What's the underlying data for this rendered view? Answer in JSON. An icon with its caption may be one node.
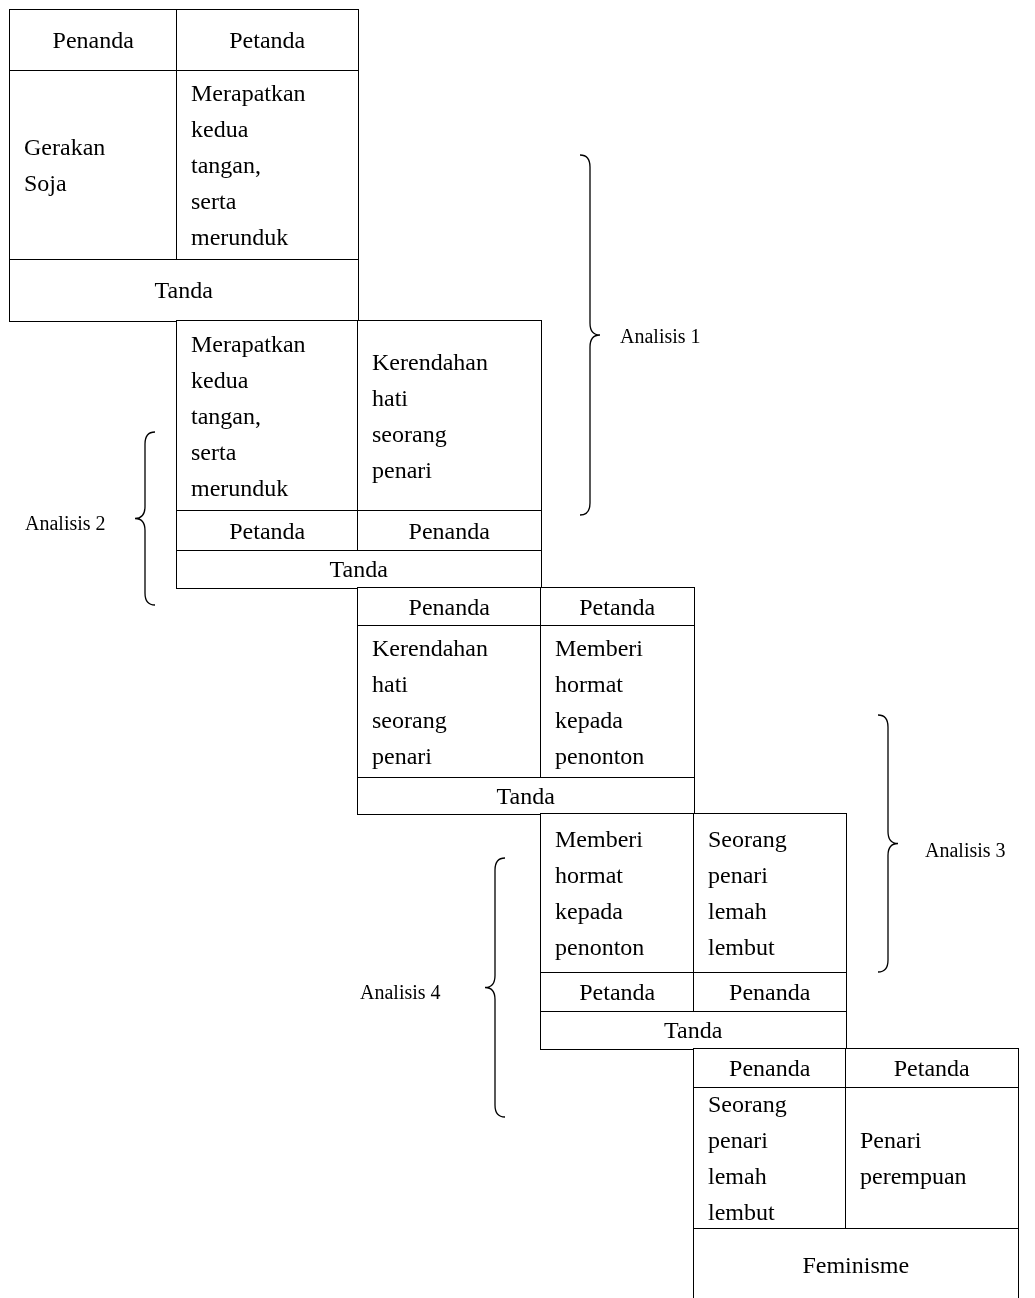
{
  "diagram": {
    "labels": [
      "Penanda",
      "Petanda",
      "Gerakan Soja",
      "Merapatkan kedua tangan, serta merunduk",
      "Tanda",
      "Analisis 1",
      "Merapatkan kedua tangan, serta merunduk",
      "Kerendahan hati seorang penari",
      "Petanda",
      "Penanda",
      "Tanda",
      "Analisis 2",
      "Penanda",
      "Petanda",
      "Kerendahan hati seorang penari",
      "Memberi hormat kepada penonton",
      "Tanda",
      "Analisis 3",
      "Memberi hormat kepada penonton",
      "Seorang penari lemah lembut",
      "Petanda",
      "Penanda",
      "Tanda",
      "Analisis 4",
      "Penanda",
      "Petanda",
      "Seorang penari lemah lembut",
      "Penari perempuan",
      "Feminisme"
    ]
  }
}
